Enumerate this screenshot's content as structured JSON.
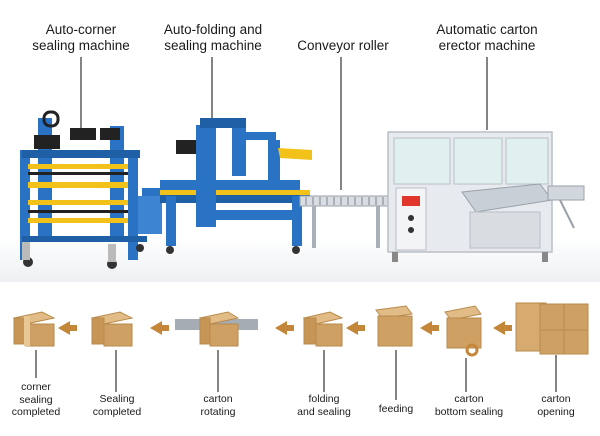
{
  "machines": [
    {
      "id": "corner",
      "lines": [
        "Auto-corner",
        "sealing machine"
      ]
    },
    {
      "id": "folding",
      "lines": [
        "Auto-folding and",
        "sealing machine"
      ]
    },
    {
      "id": "conveyor",
      "lines": [
        "Conveyor roller"
      ]
    },
    {
      "id": "erector",
      "lines": [
        "Automatic carton",
        "erector machine"
      ]
    }
  ],
  "steps": [
    {
      "id": "corner-sealing-completed",
      "lines": [
        "corner",
        "sealing",
        "completed"
      ]
    },
    {
      "id": "sealing-completed",
      "lines": [
        "Sealing",
        "completed"
      ]
    },
    {
      "id": "carton-rotating",
      "lines": [
        "carton",
        "rotating"
      ]
    },
    {
      "id": "folding-and-sealing",
      "lines": [
        "folding",
        "and sealing"
      ]
    },
    {
      "id": "feeding",
      "lines": [
        "feeding"
      ]
    },
    {
      "id": "carton-bottom-sealing",
      "lines": [
        "carton",
        "bottom sealing"
      ]
    },
    {
      "id": "carton-opening",
      "lines": [
        "carton",
        "opening"
      ]
    }
  ],
  "colors": {
    "machine_blue": "#2a73c4",
    "tape_yellow": "#f2c21a",
    "carton": "#cfa063",
    "arrow": "#c4873a",
    "pointer": "#333333"
  }
}
